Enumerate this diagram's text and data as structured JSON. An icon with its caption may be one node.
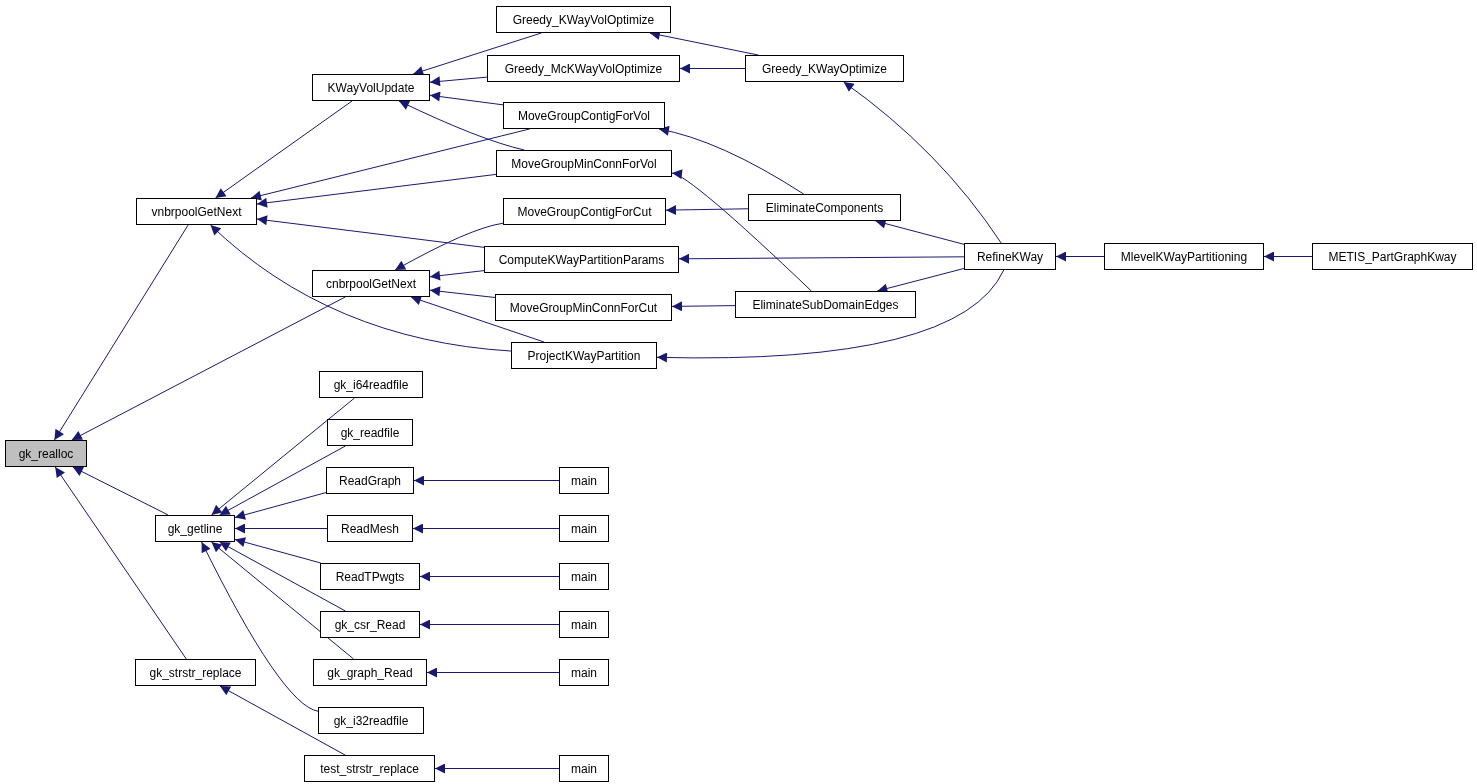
{
  "diagram": {
    "nodes": [
      {
        "text": [
          "gk_realloc"
        ]
      },
      {
        "text": [
          "vnbrpoolGetNext"
        ]
      },
      {
        "text": [
          "cnbrpoolGetNext"
        ]
      },
      {
        "text": [
          "gk_getline"
        ]
      },
      {
        "text": [
          "gk_strstr_replace"
        ]
      },
      {
        "text": [
          "KWayVolUpdate"
        ]
      },
      {
        "text": [
          "Greedy_KWayVolOptimize"
        ]
      },
      {
        "text": [
          "Greedy_McKWayVolOptimize"
        ]
      },
      {
        "text": [
          "MoveGroupContigForVol"
        ]
      },
      {
        "text": [
          "MoveGroupMinConnForVol"
        ]
      },
      {
        "text": [
          "MoveGroupContigForCut"
        ]
      },
      {
        "text": [
          "ComputeKWayPartitionParams"
        ]
      },
      {
        "text": [
          "MoveGroupMinConnForCut"
        ]
      },
      {
        "text": [
          "ProjectKWayPartition"
        ]
      },
      {
        "text": [
          "Greedy_KWayOptimize"
        ]
      },
      {
        "text": [
          "EliminateComponents"
        ]
      },
      {
        "text": [
          "EliminateSubDomainEdges"
        ]
      },
      {
        "text": [
          "RefineKWay"
        ]
      },
      {
        "text": [
          "MlevelKWayPartitioning"
        ]
      },
      {
        "text": [
          "METIS_PartGraphKway"
        ]
      },
      {
        "text": [
          "gk_i64readfile"
        ]
      },
      {
        "text": [
          "gk_readfile"
        ]
      },
      {
        "text": [
          "ReadGraph"
        ]
      },
      {
        "text": [
          "ReadMesh"
        ]
      },
      {
        "text": [
          "ReadTPwgts"
        ]
      },
      {
        "text": [
          "gk_csr_Read"
        ]
      },
      {
        "text": [
          "gk_graph_Read"
        ]
      },
      {
        "text": [
          "gk_i32readfile"
        ]
      },
      {
        "text": [
          "test_strstr_replace"
        ]
      },
      {
        "text": [
          "main"
        ]
      },
      {
        "text": [
          "main"
        ]
      },
      {
        "text": [
          "main"
        ]
      },
      {
        "text": [
          "main"
        ]
      },
      {
        "text": [
          "main"
        ]
      },
      {
        "text": [
          "main"
        ]
      }
    ],
    "edges": [
      {
        "from": 1,
        "to": 0,
        "arrow": "to"
      },
      {
        "from": 2,
        "to": 0,
        "arrow": "to"
      },
      {
        "from": 3,
        "to": 0,
        "arrow": "to"
      },
      {
        "from": 4,
        "to": 0,
        "arrow": "to"
      },
      {
        "from": 5,
        "to": 1,
        "arrow": "to"
      },
      {
        "from": 8,
        "to": 1,
        "arrow": "to"
      },
      {
        "from": 9,
        "to": 1,
        "arrow": "to"
      },
      {
        "from": 11,
        "to": 1,
        "arrow": "to"
      },
      {
        "from": 13,
        "to": 1,
        "arrow": "to"
      },
      {
        "from": 10,
        "to": 2,
        "arrow": "to"
      },
      {
        "from": 11,
        "to": 2,
        "arrow": "to"
      },
      {
        "from": 12,
        "to": 2,
        "arrow": "to"
      },
      {
        "from": 13,
        "to": 2,
        "arrow": "to"
      },
      {
        "from": 6,
        "to": 5,
        "arrow": "to"
      },
      {
        "from": 7,
        "to": 5,
        "arrow": "to"
      },
      {
        "from": 8,
        "to": 5,
        "arrow": "to"
      },
      {
        "from": 9,
        "to": 5,
        "arrow": "to"
      },
      {
        "from": 14,
        "to": 6,
        "arrow": "to"
      },
      {
        "from": 14,
        "to": 7,
        "arrow": "to"
      },
      {
        "from": 15,
        "to": 8,
        "arrow": "to"
      },
      {
        "from": 15,
        "to": 10,
        "arrow": "to"
      },
      {
        "from": 16,
        "to": 9,
        "arrow": "to"
      },
      {
        "from": 16,
        "to": 12,
        "arrow": "to"
      },
      {
        "from": 17,
        "to": 14,
        "arrow": "to"
      },
      {
        "from": 17,
        "to": 15,
        "arrow": "to"
      },
      {
        "from": 17,
        "to": 11,
        "arrow": "to"
      },
      {
        "from": 17,
        "to": 16,
        "arrow": "to"
      },
      {
        "from": 17,
        "to": 13,
        "arrow": "to"
      },
      {
        "from": 18,
        "to": 17,
        "arrow": "to"
      },
      {
        "from": 19,
        "to": 18,
        "arrow": "to"
      },
      {
        "from": 20,
        "to": 3,
        "arrow": "to"
      },
      {
        "from": 21,
        "to": 3,
        "arrow": "to"
      },
      {
        "from": 22,
        "to": 3,
        "arrow": "to"
      },
      {
        "from": 23,
        "to": 3,
        "arrow": "to"
      },
      {
        "from": 24,
        "to": 3,
        "arrow": "to"
      },
      {
        "from": 25,
        "to": 3,
        "arrow": "to"
      },
      {
        "from": 26,
        "to": 3,
        "arrow": "to"
      },
      {
        "from": 27,
        "to": 3,
        "arrow": "to"
      },
      {
        "from": 28,
        "to": 4,
        "arrow": "to"
      },
      {
        "from": 29,
        "to": 22,
        "arrow": "to"
      },
      {
        "from": 30,
        "to": 23,
        "arrow": "to"
      },
      {
        "from": 31,
        "to": 24,
        "arrow": "to"
      },
      {
        "from": 32,
        "to": 25,
        "arrow": "to"
      },
      {
        "from": 33,
        "to": 26,
        "arrow": "to"
      },
      {
        "from": 34,
        "to": 28,
        "arrow": "to"
      }
    ]
  }
}
